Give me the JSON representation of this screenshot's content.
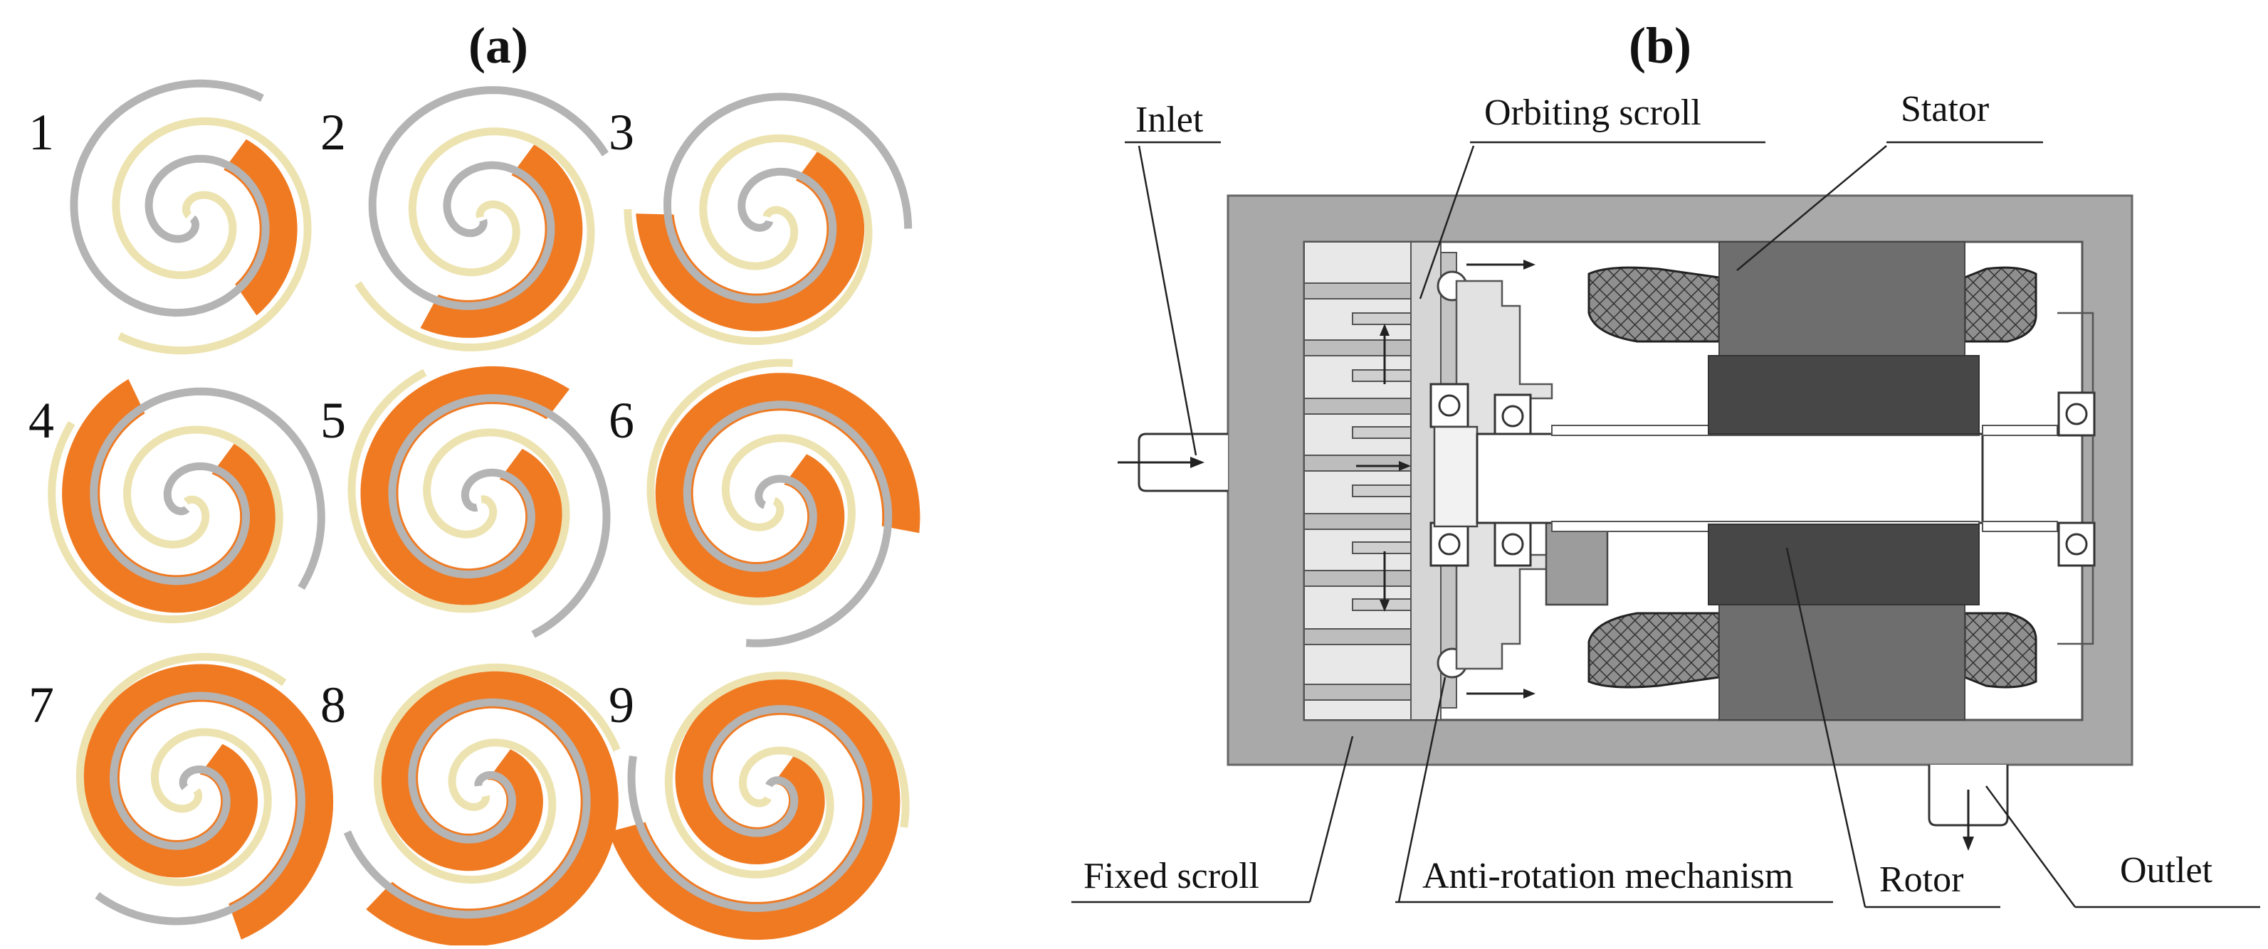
{
  "panel_a": {
    "label": "(a)",
    "steps": [
      {
        "number": "1",
        "pocket_level": 1
      },
      {
        "number": "2",
        "pocket_level": 2
      },
      {
        "number": "3",
        "pocket_level": 3
      },
      {
        "number": "4",
        "pocket_level": 4
      },
      {
        "number": "5",
        "pocket_level": 5
      },
      {
        "number": "6",
        "pocket_level": 6
      },
      {
        "number": "7",
        "pocket_level": 7
      },
      {
        "number": "8",
        "pocket_level": 8
      },
      {
        "number": "9",
        "pocket_level": 9
      }
    ]
  },
  "panel_b": {
    "label": "(b)",
    "callouts": {
      "inlet": "Inlet",
      "orbiting_scroll": "Orbiting scroll",
      "stator": "Stator",
      "fixed_scroll": "Fixed scroll",
      "anti_rotation": "Anti-rotation mechanism",
      "rotor": "Rotor",
      "outlet": "Outlet"
    }
  },
  "colors": {
    "fixed_scroll": "#b4b4b4",
    "orbiting_scroll": "#ede3b0",
    "pocket": "#f07a22",
    "housing": "#a9a9a9",
    "stator": "#6e6e6e",
    "rotor": "#474747",
    "shaft": "#ffffff"
  }
}
